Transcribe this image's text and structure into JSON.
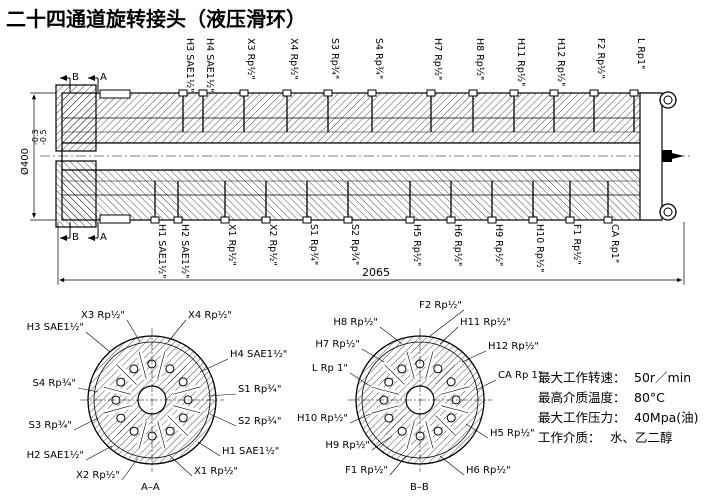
{
  "title": "二十四通道旋转接头（液压滑环）",
  "top_ports": [
    {
      "id": "H3",
      "spec": "SAE1½\""
    },
    {
      "id": "H4",
      "spec": "SAE1½\""
    },
    {
      "id": "X3",
      "spec": "Rp½\""
    },
    {
      "id": "X4",
      "spec": "Rp½\""
    },
    {
      "id": "S3",
      "spec": "Rp¾\""
    },
    {
      "id": "S4",
      "spec": "Rp¾\""
    },
    {
      "id": "H7",
      "spec": "Rp½\""
    },
    {
      "id": "H8",
      "spec": "Rp½\""
    },
    {
      "id": "H11",
      "spec": "Rp½\""
    },
    {
      "id": "H12",
      "spec": "Rp½\""
    },
    {
      "id": "F2",
      "spec": "Rp½\""
    },
    {
      "id": "L",
      "spec": "Rp1\""
    }
  ],
  "bottom_ports": [
    {
      "id": "H1",
      "spec": "SAE1½\""
    },
    {
      "id": "H2",
      "spec": "SAE1½\""
    },
    {
      "id": "X1",
      "spec": "Rp½\""
    },
    {
      "id": "X2",
      "spec": "Rp½\""
    },
    {
      "id": "S1",
      "spec": "Rp¾\""
    },
    {
      "id": "S2",
      "spec": "Rp¾\""
    },
    {
      "id": "H5",
      "spec": "Rp½\""
    },
    {
      "id": "H6",
      "spec": "Rp½\""
    },
    {
      "id": "H9",
      "spec": "Rp½\""
    },
    {
      "id": "H10",
      "spec": "Rp½\""
    },
    {
      "id": "F1",
      "spec": "Rp½\""
    },
    {
      "id": "CA",
      "spec": "Rp1\""
    }
  ],
  "section_marks": {
    "a": "A",
    "b": "B"
  },
  "diameter_label": "Ø400",
  "tolerance_upper": "-0.3",
  "tolerance_lower": "-0.5",
  "length_label": "2065",
  "section_aa": {
    "caption": "A–A",
    "labels": [
      "X3 Rp½\"",
      "X4 Rp½\"",
      "H3 SAE1½\"",
      "H4 SAE1½\"",
      "S4 Rp¾\"",
      "S1 Rp¾\"",
      "S3 Rp¾\"",
      "S2 Rp¾\"",
      "H2 SAE1½\"",
      "H1 SAE1½\"",
      "X2 Rp½\"",
      "X1 Rp½\""
    ]
  },
  "section_bb": {
    "caption": "B–B",
    "labels": [
      "F2 Rp½\"",
      "H8 Rp½\"",
      "H11 Rp½\"",
      "H7 Rp½\"",
      "H12 Rp½\"",
      "L Rp 1\"",
      "CA Rp 1\"",
      "H10 Rp½\"",
      "H5 Rp½\"",
      "H9 Rp½\"",
      "F1 Rp½\"",
      "H6 Rp½\""
    ]
  },
  "specs": [
    {
      "label": "最大工作转速：",
      "value": "50r／min"
    },
    {
      "label": "最高介质温度：",
      "value": "80°C"
    },
    {
      "label": "最大工作压力：",
      "value": "40Mpa(油)"
    },
    {
      "label": "工作介质：",
      "value": "水、乙二醇"
    }
  ]
}
